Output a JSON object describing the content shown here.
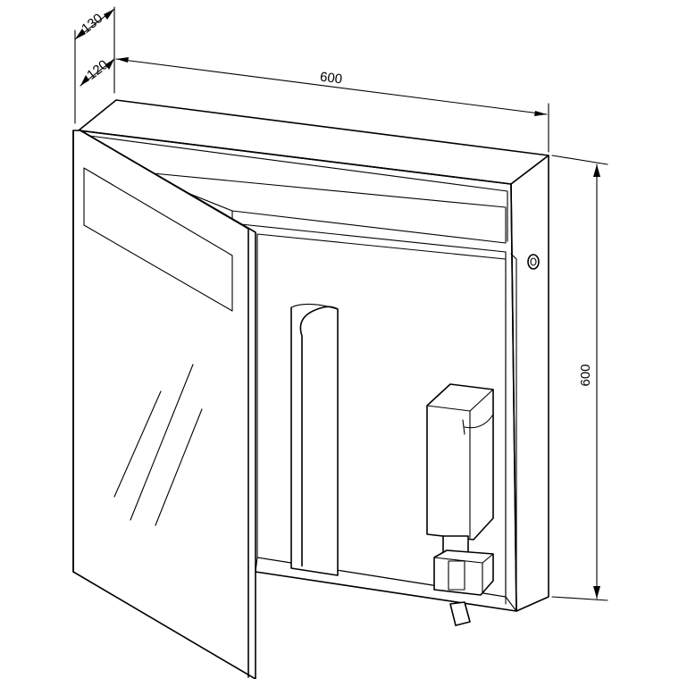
{
  "dimensions": {
    "depth_outer": "130",
    "depth_inner": "120",
    "width": "600",
    "height": "600"
  }
}
